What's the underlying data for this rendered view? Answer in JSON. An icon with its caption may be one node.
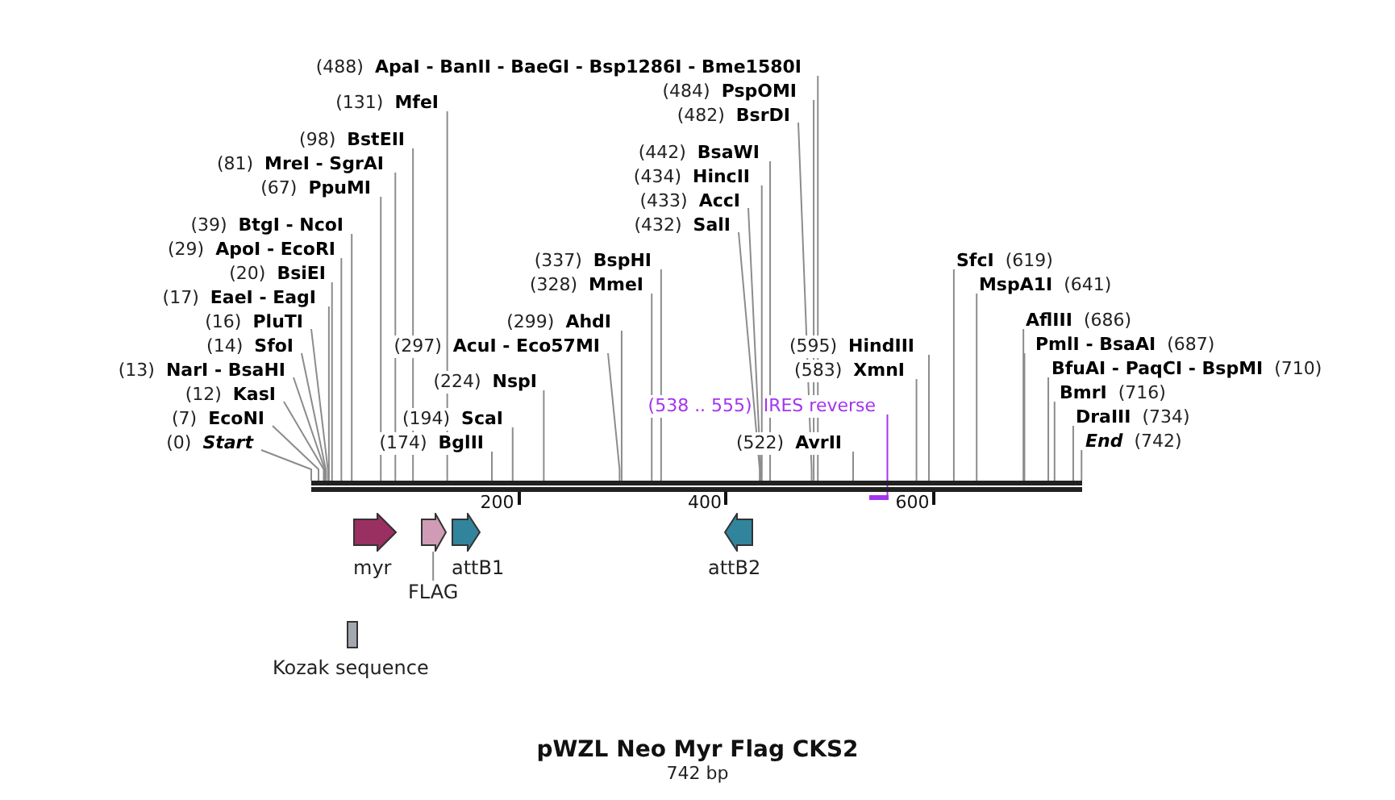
{
  "diagram": {
    "title": "pWZL Neo Myr Flag CKS2",
    "caption": "742 bp",
    "nodes": [
      {
        "text": [
          "(488)",
          "ApaI - BanII - BaeGI - Bsp1286I - Bme1580I"
        ]
      },
      {
        "text": [
          "(484)",
          "PspOMI"
        ]
      },
      {
        "text": [
          "(131)",
          "MfeI"
        ]
      },
      {
        "text": [
          "(482)",
          "BsrDI"
        ]
      },
      {
        "text": [
          "(98)",
          "BstEII"
        ]
      },
      {
        "text": [
          "(442)",
          "BsaWI"
        ]
      },
      {
        "text": [
          "(81)",
          "MreI - SgrAI"
        ]
      },
      {
        "text": [
          "(434)",
          "HincII"
        ]
      },
      {
        "text": [
          "(67)",
          "PpuMI"
        ]
      },
      {
        "text": [
          "(433)",
          "AccI"
        ]
      },
      {
        "text": [
          "(39)",
          "BtgI - NcoI"
        ]
      },
      {
        "text": [
          "(432)",
          "SalI"
        ]
      },
      {
        "text": [
          "(29)",
          "ApoI - EcoRI"
        ]
      },
      {
        "text": [
          "(337)",
          "BspHI"
        ]
      },
      {
        "text": [
          "SfcI",
          "(619)"
        ]
      },
      {
        "text": [
          "(20)",
          "BsiEI"
        ]
      },
      {
        "text": [
          "(328)",
          "MmeI"
        ]
      },
      {
        "text": [
          "MspA1I",
          "(641)"
        ]
      },
      {
        "text": [
          "(17)",
          "EaeI - EagI"
        ]
      },
      {
        "text": [
          "(16)",
          "PluTI"
        ]
      },
      {
        "text": [
          "(299)",
          "AhdI"
        ]
      },
      {
        "text": [
          "AflIII",
          "(686)"
        ]
      },
      {
        "text": [
          "(14)",
          "SfoI"
        ]
      },
      {
        "text": [
          "(297)",
          "AcuI - Eco57MI"
        ]
      },
      {
        "text": [
          "(595)",
          "HindIII"
        ]
      },
      {
        "text": [
          "PmlI - BsaAI",
          "(687)"
        ]
      },
      {
        "text": [
          "(13)",
          "NarI - BsaHI"
        ]
      },
      {
        "text": [
          "(583)",
          "XmnI"
        ]
      },
      {
        "text": [
          "BfuAI - PaqCI - BspMI",
          "(710)"
        ]
      },
      {
        "text": [
          "(224)",
          "NspI"
        ]
      },
      {
        "text": [
          "(12)",
          "KasI"
        ]
      },
      {
        "text": [
          "BmrI",
          "(716)"
        ]
      },
      {
        "text": [
          "(538 .. 555)",
          "IRES reverse"
        ]
      },
      {
        "text": [
          "(7)",
          "EcoNI"
        ]
      },
      {
        "text": [
          "(194)",
          "ScaI"
        ]
      },
      {
        "text": [
          "DraIII",
          "(734)"
        ]
      },
      {
        "text": [
          "(0)",
          "Start"
        ]
      },
      {
        "text": [
          "(174)",
          "BglII"
        ]
      },
      {
        "text": [
          "(522)",
          "AvrII"
        ]
      },
      {
        "text": [
          "End",
          "(742)"
        ]
      },
      {
        "text": [],
        "shape": "bar"
      },
      {
        "text": [],
        "shape": "bar"
      },
      {
        "text": [
          "myr"
        ]
      },
      {
        "text": [],
        "shape": "arrow"
      },
      {
        "text": [
          "attB1"
        ]
      },
      {
        "text": [
          "attB2"
        ]
      },
      {
        "text": [
          "FLAG"
        ]
      },
      {
        "text": [
          "Kozak sequence"
        ]
      }
    ],
    "edges": [
      {
        "from": 0,
        "to": 40,
        "arrow": "none"
      },
      {
        "from": 1,
        "to": 40,
        "arrow": "none"
      },
      {
        "from": 2,
        "to": 40,
        "arrow": "none"
      },
      {
        "from": 3,
        "to": 40,
        "arrow": "none"
      },
      {
        "from": 4,
        "to": 40,
        "arrow": "none"
      },
      {
        "from": 5,
        "to": 40,
        "arrow": "none"
      },
      {
        "from": 6,
        "to": 40,
        "arrow": "none"
      },
      {
        "from": 7,
        "to": 40,
        "arrow": "none"
      },
      {
        "from": 8,
        "to": 40,
        "arrow": "none"
      },
      {
        "from": 9,
        "to": 40,
        "arrow": "none"
      },
      {
        "from": 10,
        "to": 40,
        "arrow": "none"
      },
      {
        "from": 11,
        "to": 40,
        "arrow": "none"
      },
      {
        "from": 12,
        "to": 40,
        "arrow": "none"
      },
      {
        "from": 13,
        "to": 40,
        "arrow": "none"
      },
      {
        "from": 14,
        "to": 40,
        "arrow": "none"
      },
      {
        "from": 15,
        "to": 40,
        "arrow": "none"
      },
      {
        "from": 16,
        "to": 40,
        "arrow": "none"
      },
      {
        "from": 17,
        "to": 40,
        "arrow": "none"
      },
      {
        "from": 18,
        "to": 40,
        "arrow": "none"
      },
      {
        "from": 19,
        "to": 40,
        "arrow": "none"
      },
      {
        "from": 20,
        "to": 40,
        "arrow": "none"
      },
      {
        "from": 21,
        "to": 40,
        "arrow": "none"
      },
      {
        "from": 22,
        "to": 40,
        "arrow": "none"
      },
      {
        "from": 23,
        "to": 40,
        "arrow": "none"
      },
      {
        "from": 24,
        "to": 40,
        "arrow": "none"
      },
      {
        "from": 25,
        "to": 40,
        "arrow": "none"
      },
      {
        "from": 26,
        "to": 40,
        "arrow": "none"
      },
      {
        "from": 27,
        "to": 40,
        "arrow": "none"
      },
      {
        "from": 28,
        "to": 40,
        "arrow": "none"
      },
      {
        "from": 29,
        "to": 40,
        "arrow": "none"
      },
      {
        "from": 30,
        "to": 40,
        "arrow": "none"
      },
      {
        "from": 31,
        "to": 40,
        "arrow": "none"
      },
      {
        "from": 32,
        "to": 41,
        "arrow": "none",
        "color": "#a335ee"
      },
      {
        "from": 33,
        "to": 40,
        "arrow": "none"
      },
      {
        "from": 34,
        "to": 40,
        "arrow": "none"
      },
      {
        "from": 35,
        "to": 40,
        "arrow": "none"
      },
      {
        "from": 36,
        "to": 40,
        "arrow": "none"
      },
      {
        "from": 37,
        "to": 40,
        "arrow": "none"
      },
      {
        "from": 38,
        "to": 40,
        "arrow": "none"
      },
      {
        "from": 39,
        "to": 40,
        "arrow": "none"
      },
      {
        "from": 46,
        "to": 43,
        "arrow": "none"
      }
    ],
    "labels": [
      "200",
      "400",
      "600"
    ]
  }
}
